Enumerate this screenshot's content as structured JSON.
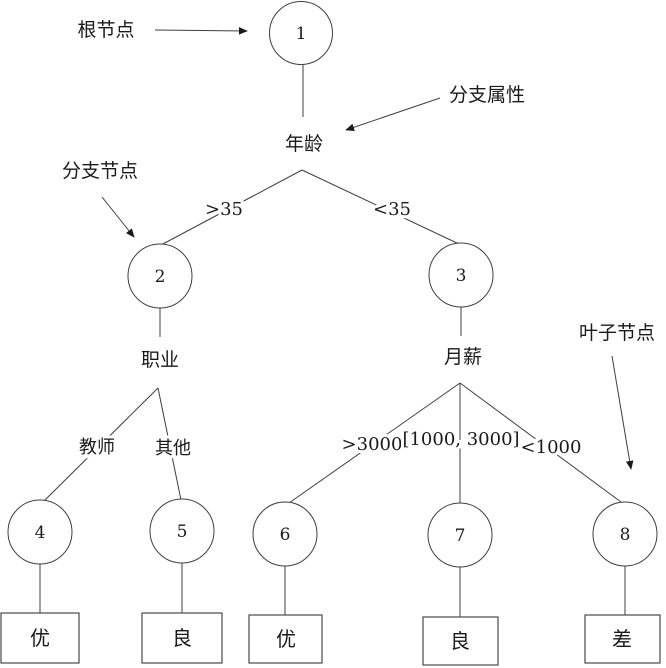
{
  "diagram": {
    "kind": "decision-tree",
    "background": "#ffffff",
    "line_color": "#3f3f3f",
    "text_color": "#1a1a1a",
    "nodes": {
      "n1": "1",
      "n2": "2",
      "n3": "3",
      "n4": "4",
      "n5": "5",
      "n6": "6",
      "n7": "7",
      "n8": "8"
    },
    "attributes": {
      "age": "年龄",
      "occupation": "职业",
      "salary": "月薪"
    },
    "branches": {
      "gt35": ">35",
      "lt35": "<35",
      "teacher": "教师",
      "other": "其他",
      "gt3000": ">3000",
      "range_1000_3000": "[1000, 3000]",
      "lt1000": "<1000"
    },
    "leaves": {
      "leaf_n4": "优",
      "leaf_n5": "良",
      "leaf_n6": "优",
      "leaf_n7": "良",
      "leaf_n8": "差"
    },
    "annotations": {
      "root_node": "根节点",
      "branch_attribute": "分支属性",
      "branch_node": "分支节点",
      "leaf_node": "叶子节点"
    }
  }
}
